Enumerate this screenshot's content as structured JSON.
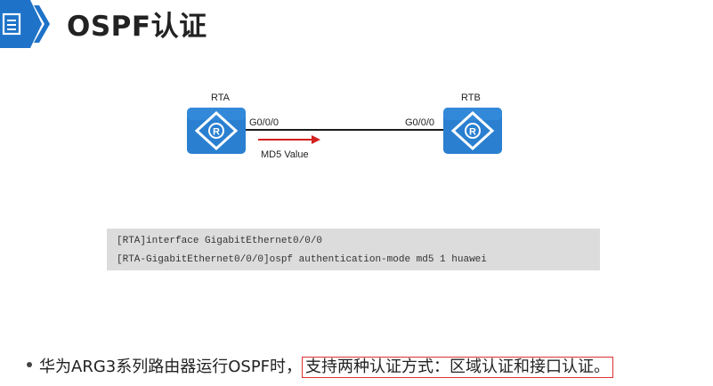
{
  "header": {
    "title": "OSPF认证",
    "accent_color": "#1e73c8",
    "icon": "document-icon"
  },
  "diagram": {
    "router_a": {
      "name": "RTA",
      "interface": "G0/0/0",
      "icon": "router-icon"
    },
    "router_b": {
      "name": "RTB",
      "interface": "G0/0/0",
      "icon": "router-icon"
    },
    "arrow_label": "MD5 Value",
    "arrow_color": "#d42020",
    "router_color": "#2a7fd0"
  },
  "code": {
    "lines": [
      "[RTA]interface GigabitEthernet0/0/0",
      "[RTA-GigabitEthernet0/0/0]ospf authentication-mode md5 1 huawei"
    ]
  },
  "bullet": {
    "prefix": "华为ARG3系列路由器运行OSPF时，",
    "highlighted": "支持两种认证方式：区域认证和接口认证。"
  }
}
